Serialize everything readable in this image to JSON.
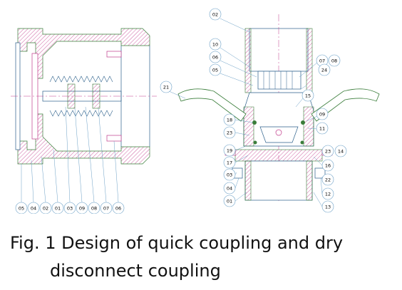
{
  "figure": {
    "caption_line1": "Fig. 1 Design of quick coupling and dry",
    "caption_line2": "disconnect coupling"
  },
  "left_part": {
    "callouts": [
      "05",
      "04",
      "02",
      "01",
      "03",
      "09",
      "08",
      "07",
      "06"
    ]
  },
  "right_part": {
    "callouts_top": [
      "02",
      "10",
      "06",
      "05",
      "07",
      "08",
      "24",
      "15",
      "21"
    ],
    "callouts_left": [
      "18",
      "23",
      "19",
      "17",
      "03",
      "04",
      "01"
    ],
    "callouts_right": [
      "09",
      "11",
      "23",
      "14",
      "16",
      "22",
      "12",
      "13"
    ]
  }
}
